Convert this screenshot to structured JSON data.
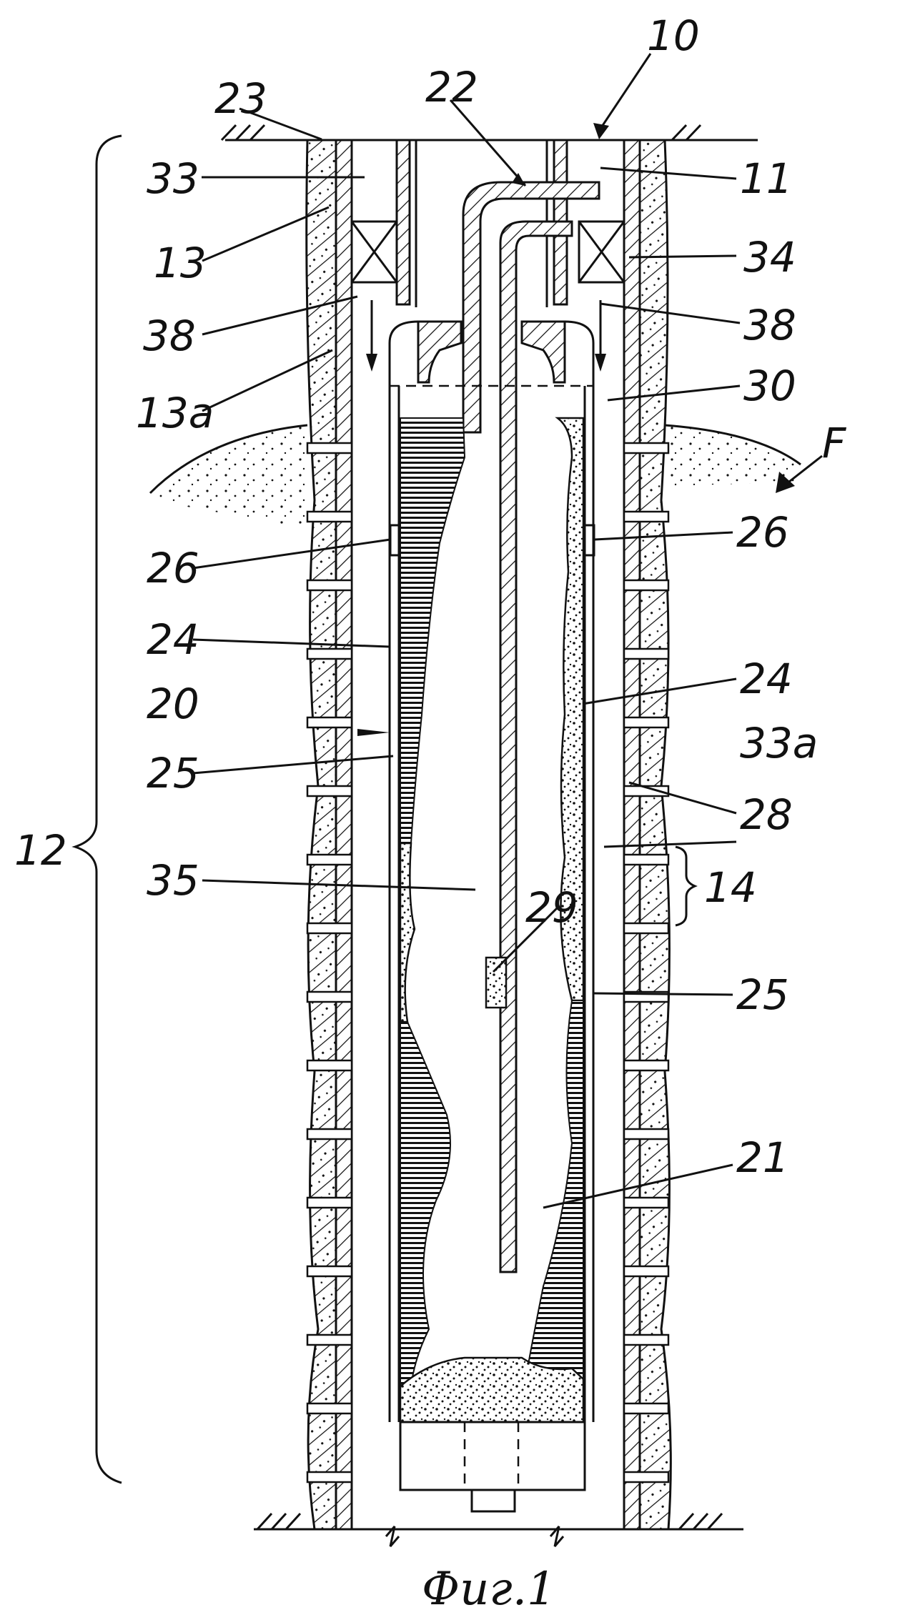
{
  "caption": "Фиг.1",
  "labels": {
    "l10": "10",
    "l11": "11",
    "l12": "12",
    "l13": "13",
    "l13a": "13a",
    "l14": "14",
    "l20": "20",
    "l21": "21",
    "l22": "22",
    "l23": "23",
    "l24a": "24",
    "l24b": "24",
    "l25a": "25",
    "l25b": "25",
    "l26a": "26",
    "l26b": "26",
    "l28": "28",
    "l29": "29",
    "l30": "30",
    "l33": "33",
    "l33a": "33a",
    "l34": "34",
    "l35": "35",
    "l38a": "38",
    "l38b": "38",
    "lF": "F"
  }
}
